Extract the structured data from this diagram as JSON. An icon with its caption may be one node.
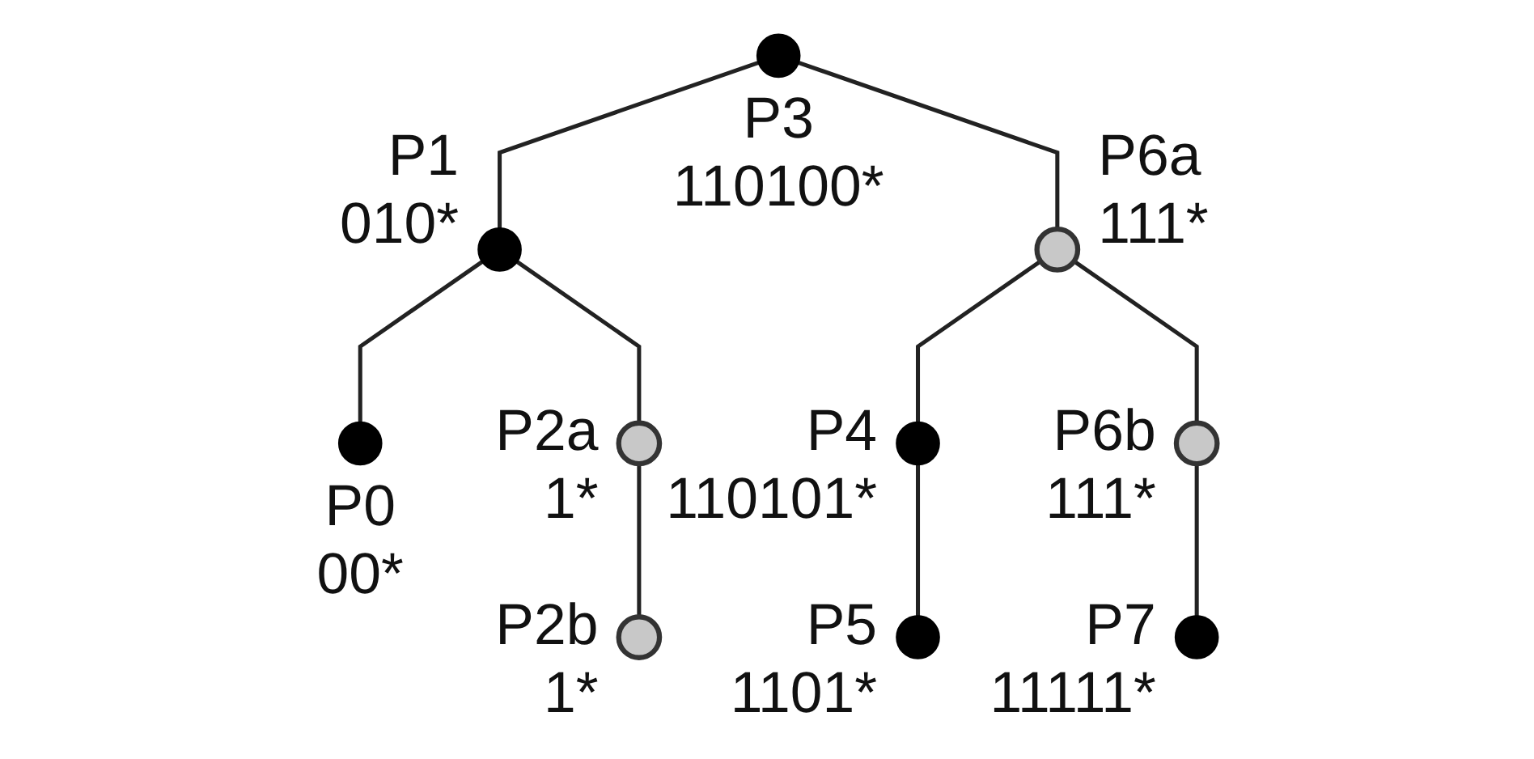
{
  "diagram": {
    "nodes": [
      {
        "text": [],
        "shape": "circle",
        "beside": [
          "P3",
          "110100*"
        ]
      },
      {
        "text": [],
        "shape": "circle",
        "beside": [
          "P1",
          "010*"
        ]
      },
      {
        "text": [],
        "shape": "circle",
        "beside": [
          "P6a",
          "111*"
        ]
      },
      {
        "text": [],
        "shape": "circle",
        "beside": [
          "P0",
          "00*"
        ]
      },
      {
        "text": [],
        "shape": "circle",
        "beside": [
          "P2a",
          "1*"
        ]
      },
      {
        "text": [],
        "shape": "circle",
        "beside": [
          "P4",
          "110101*"
        ]
      },
      {
        "text": [],
        "shape": "circle",
        "beside": [
          "P6b",
          "111*"
        ]
      },
      {
        "text": [],
        "shape": "circle",
        "beside": [
          "P2b",
          "1*"
        ]
      },
      {
        "text": [],
        "shape": "circle",
        "beside": [
          "P5",
          "1101*"
        ]
      },
      {
        "text": [],
        "shape": "circle",
        "beside": [
          "P7",
          "11111*"
        ]
      }
    ],
    "edges": [
      {
        "from": 0,
        "to": 1,
        "arrow": "none"
      },
      {
        "from": 0,
        "to": 2,
        "arrow": "none"
      },
      {
        "from": 1,
        "to": 3,
        "arrow": "none"
      },
      {
        "from": 1,
        "to": 4,
        "arrow": "none"
      },
      {
        "from": 4,
        "to": 7,
        "arrow": "none"
      },
      {
        "from": 2,
        "to": 5,
        "arrow": "none"
      },
      {
        "from": 2,
        "to": 6,
        "arrow": "none"
      },
      {
        "from": 5,
        "to": 8,
        "arrow": "none"
      },
      {
        "from": 6,
        "to": 9,
        "arrow": "none"
      }
    ]
  }
}
